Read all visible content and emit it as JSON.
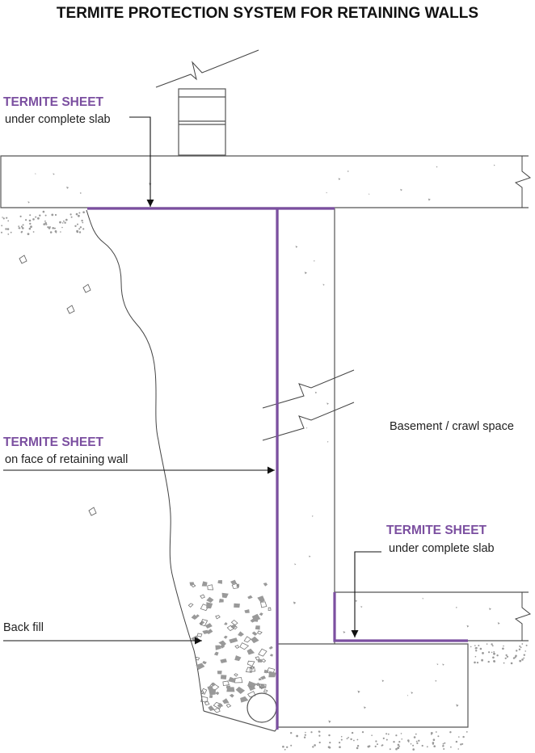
{
  "title": "TERMITE PROTECTION SYSTEM FOR RETAINING WALLS",
  "colors": {
    "accent": "#7b4fa0",
    "line": "#555555",
    "speckle": "#999999"
  },
  "labels": {
    "slab_top": {
      "head": "TERMITE SHEET",
      "sub": "under complete slab"
    },
    "wall_face": {
      "head": "TERMITE SHEET",
      "sub": "on face of retaining wall"
    },
    "slab_bottom": {
      "head": "TERMITE SHEET",
      "sub": "under complete slab"
    },
    "basement": "Basement / crawl space",
    "backfill": "Back fill"
  }
}
